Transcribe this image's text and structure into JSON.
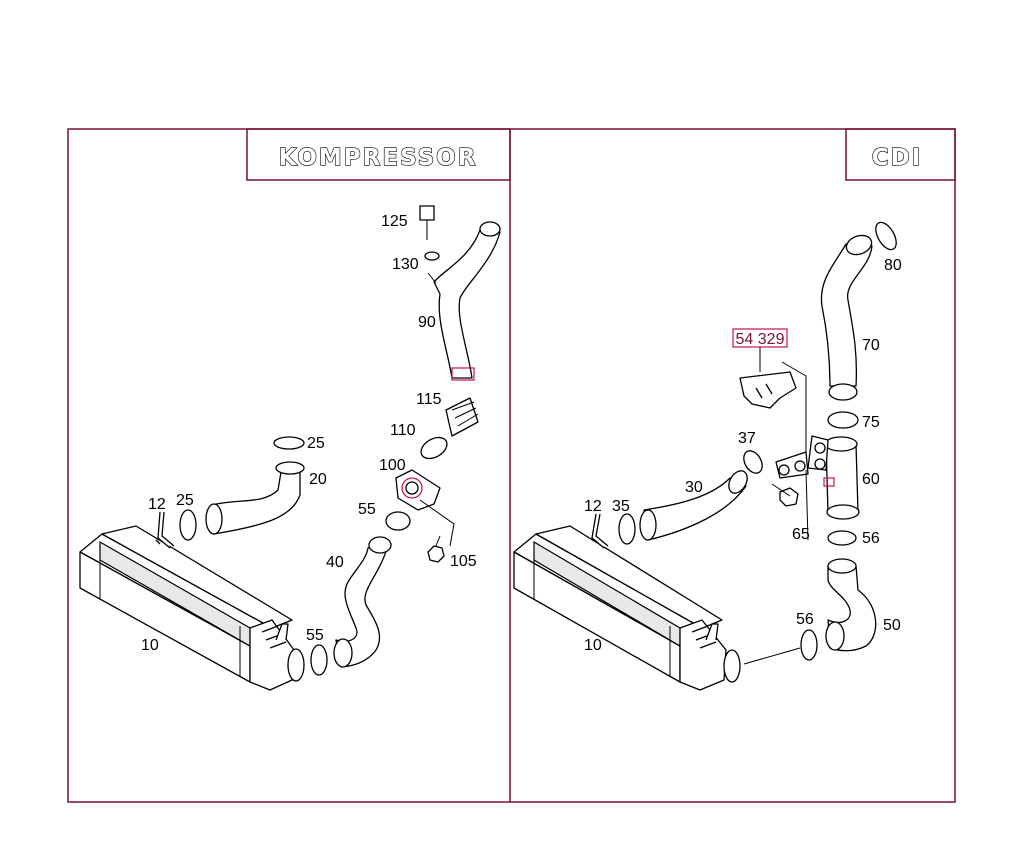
{
  "panels": {
    "left": {
      "title": "KOMPRESSOR"
    },
    "right": {
      "title": "CDI",
      "ref_box": "54 329"
    }
  },
  "labels": {
    "l125": "125",
    "l130": "130",
    "l90": "90",
    "l115": "115",
    "l110": "110",
    "l100": "100",
    "l105": "105",
    "l55a": "55",
    "l55b": "55",
    "l40": "40",
    "l25a": "25",
    "l20": "20",
    "l12": "12",
    "l25b": "25",
    "l10": "10",
    "r80": "80",
    "r70": "70",
    "r75": "75",
    "r37": "37",
    "r60": "60",
    "r30": "30",
    "r12": "12",
    "r35": "35",
    "r65": "65",
    "r56a": "56",
    "r56b": "56",
    "r50": "50",
    "r10": "10"
  },
  "colors": {
    "frame": "#7a1030",
    "highlight": "#c81046"
  }
}
